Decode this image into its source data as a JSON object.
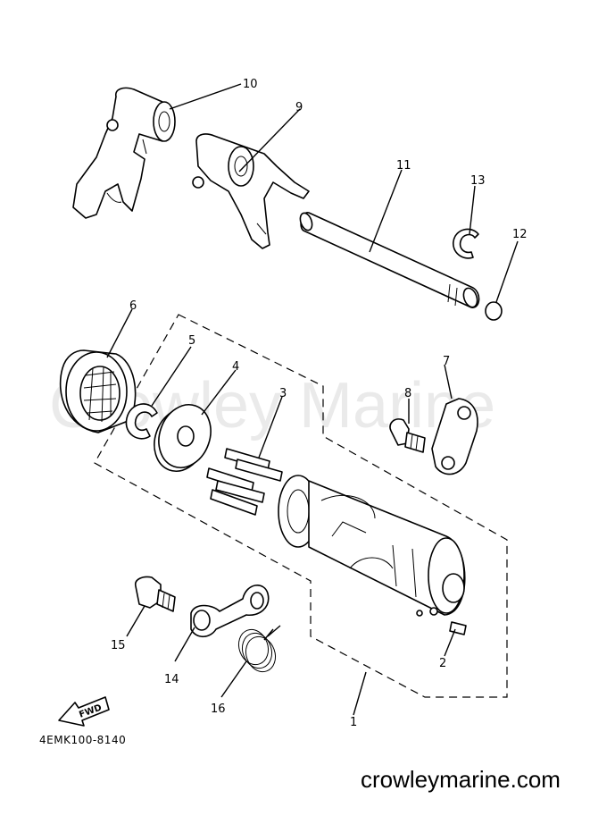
{
  "watermark": "Crowley Marine",
  "site_url": "crowleymarine.com",
  "diagram_code": "4EMK100-8140",
  "fwd_label": "FWD",
  "callouts": {
    "c1": "1",
    "c2": "2",
    "c3": "3",
    "c4": "4",
    "c5": "5",
    "c6": "6",
    "c7": "7",
    "c8": "8",
    "c9": "9",
    "c10": "10",
    "c11": "11",
    "c12": "12",
    "c13": "13",
    "c14": "14",
    "c15": "15",
    "c16": "16"
  }
}
